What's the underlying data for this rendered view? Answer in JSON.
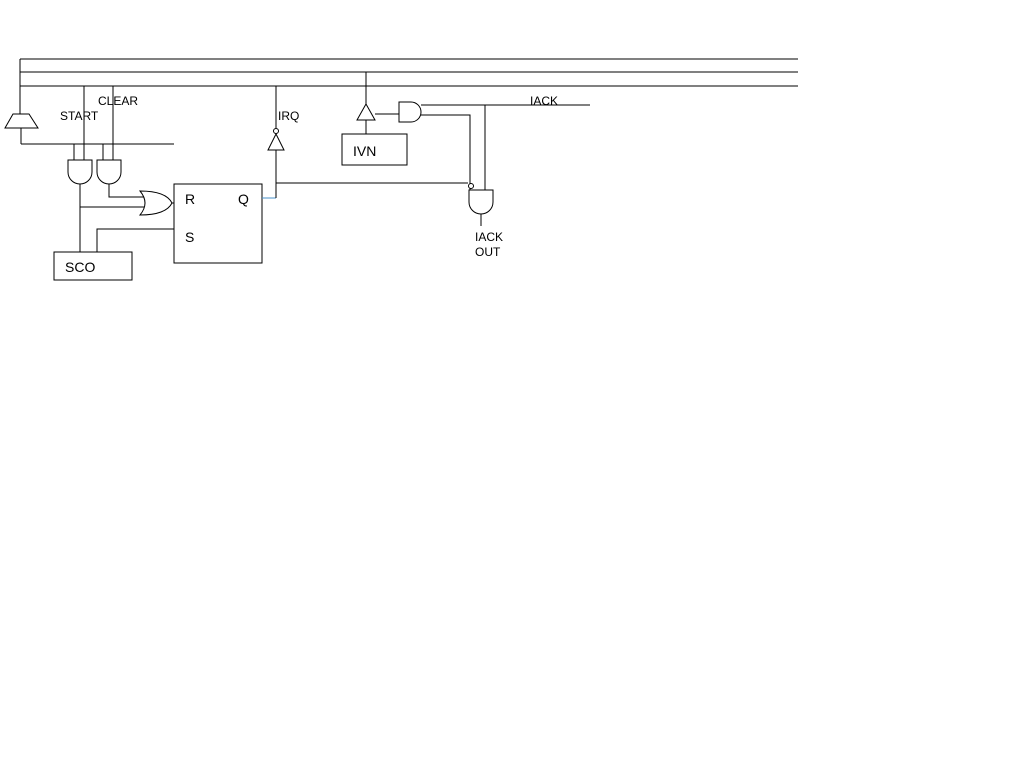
{
  "diagram": {
    "labels": {
      "start": "START",
      "clear": "CLEAR",
      "irq": "IRQ",
      "iack": "IACK",
      "iack_out_line1": "IACK",
      "iack_out_line2": "OUT"
    },
    "blocks": {
      "ivn": "IVN",
      "sco": "SCO",
      "flipflop_r": "R",
      "flipflop_q": "Q",
      "flipflop_s": "S"
    },
    "colors": {
      "line": "#000000",
      "q_output_accent": "#4a90c8"
    }
  }
}
